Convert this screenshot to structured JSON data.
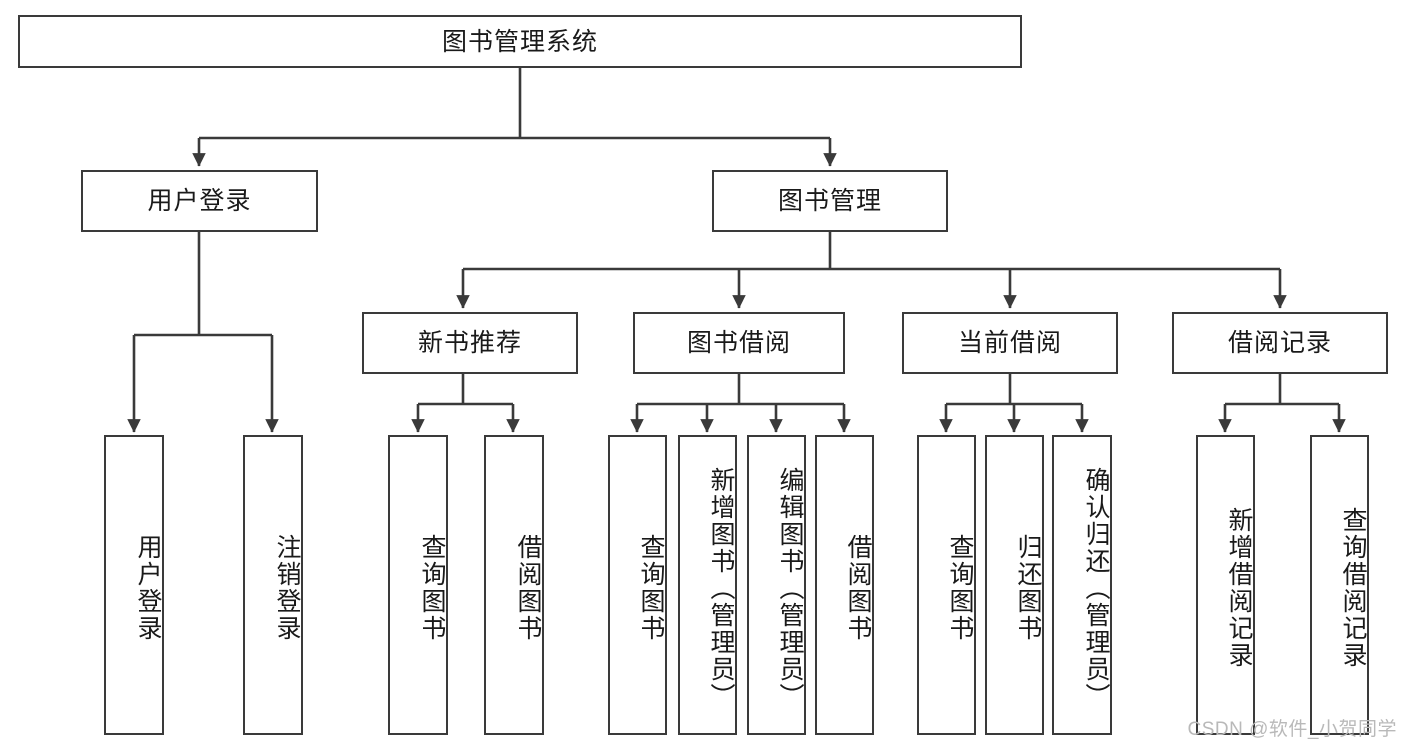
{
  "diagram": {
    "title": "图书管理系统",
    "type": "tree-hierarchy-chart",
    "root": {
      "label": "图书管理系统"
    },
    "level2": [
      {
        "id": "user-login",
        "label": "用户登录"
      },
      {
        "id": "book-management",
        "label": "图书管理"
      }
    ],
    "level3": [
      {
        "id": "new-book-recommend",
        "label": "新书推荐",
        "parent": "book-management"
      },
      {
        "id": "book-borrow",
        "label": "图书借阅",
        "parent": "book-management"
      },
      {
        "id": "current-borrow",
        "label": "当前借阅",
        "parent": "book-management"
      },
      {
        "id": "borrow-record",
        "label": "借阅记录",
        "parent": "book-management"
      }
    ],
    "leaves": [
      {
        "id": "leaf-user-login",
        "label": "用户登录",
        "parent": "user-login"
      },
      {
        "id": "leaf-logout-login",
        "label": "注销登录",
        "parent": "user-login"
      },
      {
        "id": "leaf-query-book-1",
        "label": "查询图书",
        "parent": "new-book-recommend"
      },
      {
        "id": "leaf-borrow-book-1",
        "label": "借阅图书",
        "parent": "new-book-recommend"
      },
      {
        "id": "leaf-query-book-2",
        "label": "查询图书",
        "parent": "book-borrow"
      },
      {
        "id": "leaf-add-book",
        "label": "新增图书（管理员）",
        "parent": "book-borrow"
      },
      {
        "id": "leaf-edit-book",
        "label": "编辑图书（管理员）",
        "parent": "book-borrow"
      },
      {
        "id": "leaf-borrow-book-2",
        "label": "借阅图书",
        "parent": "book-borrow"
      },
      {
        "id": "leaf-query-book-3",
        "label": "查询图书",
        "parent": "current-borrow"
      },
      {
        "id": "leaf-return-book",
        "label": "归还图书",
        "parent": "current-borrow"
      },
      {
        "id": "leaf-confirm-return",
        "label": "确认归还（管理员）",
        "parent": "current-borrow"
      },
      {
        "id": "leaf-add-record",
        "label": "新增借阅记录",
        "parent": "borrow-record"
      },
      {
        "id": "leaf-query-record",
        "label": "查询借阅记录",
        "parent": "borrow-record"
      }
    ],
    "watermark": "CSDN @软件_小贺同学",
    "colors": {
      "stroke": "#3a3a3a",
      "box_fill": "#ffffff",
      "text": "#1a1a1a",
      "watermark": "#b9b9b9",
      "background": "#ffffff"
    }
  }
}
